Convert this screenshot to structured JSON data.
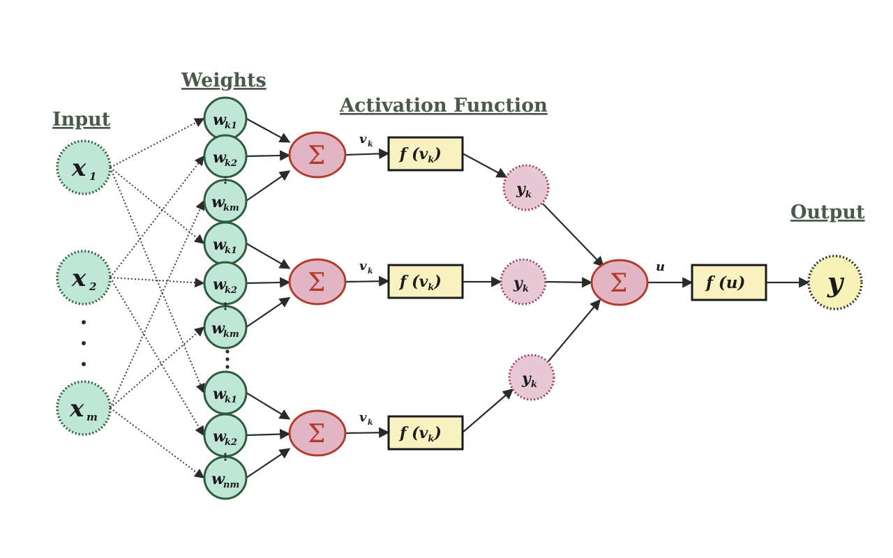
{
  "headings": {
    "input": "Input",
    "weights": "Weights",
    "activation": "Activation Function",
    "output": "Output"
  },
  "inputs": [
    {
      "base": "x",
      "sub": "1"
    },
    {
      "base": "x",
      "sub": "2"
    },
    {
      "base": "x",
      "sub": "m"
    }
  ],
  "weight_groups": [
    [
      {
        "base": "w",
        "sub": "k1"
      },
      {
        "base": "w",
        "sub": "k2"
      },
      {
        "base": "w",
        "sub": "km"
      }
    ],
    [
      {
        "base": "w",
        "sub": "k1"
      },
      {
        "base": "w",
        "sub": "k2"
      },
      {
        "base": "w",
        "sub": "km"
      }
    ],
    [
      {
        "base": "w",
        "sub": "k1"
      },
      {
        "base": "w",
        "sub": "k2"
      },
      {
        "base": "w",
        "sub": "nm"
      }
    ]
  ],
  "sum_symbol": "Σ",
  "v_label": {
    "base": "v",
    "sub": "k"
  },
  "func_label": {
    "pre": "f (",
    "base": "v",
    "sub": "k",
    "post": ")"
  },
  "y_label": {
    "base": "y",
    "sub": "k"
  },
  "u_label": "u",
  "final_func": "f (u)",
  "output_symbol": "y"
}
